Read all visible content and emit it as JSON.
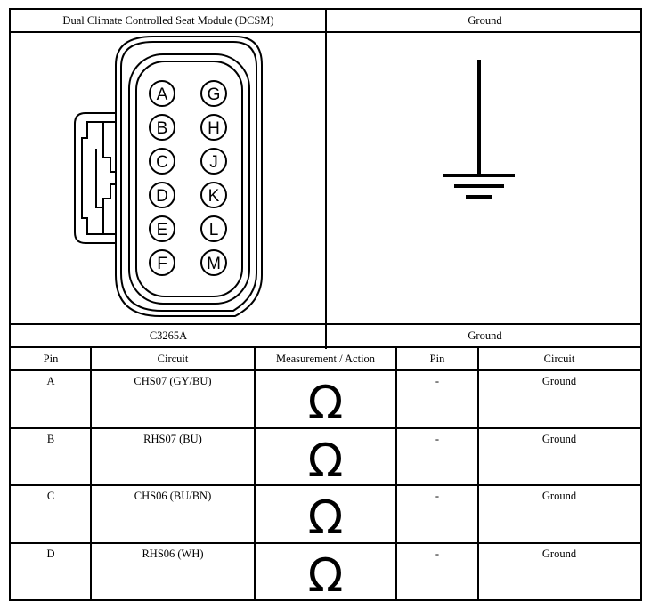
{
  "top_table": {
    "left_header": "Dual Climate Controlled Seat Module (DCSM)",
    "right_header": "Ground",
    "left_footer": "C3265A",
    "right_footer": "Ground"
  },
  "connector": {
    "pins_left": [
      "A",
      "B",
      "C",
      "D",
      "E",
      "F"
    ],
    "pins_right": [
      "G",
      "H",
      "J",
      "K",
      "L",
      "M"
    ]
  },
  "ground_symbol": {
    "icon": "ground-icon"
  },
  "pin_table": {
    "headers": [
      "Pin",
      "Circuit",
      "Measurement / Action",
      "Pin",
      "Circuit"
    ],
    "rows": [
      {
        "pin": "A",
        "circuit": "CHS07 (GY/BU)",
        "measurement": "Ω",
        "pin2": "-",
        "circuit2": "Ground"
      },
      {
        "pin": "B",
        "circuit": "RHS07 (BU)",
        "measurement": "Ω",
        "pin2": "-",
        "circuit2": "Ground"
      },
      {
        "pin": "C",
        "circuit": "CHS06 (BU/BN)",
        "measurement": "Ω",
        "pin2": "-",
        "circuit2": "Ground"
      },
      {
        "pin": "D",
        "circuit": "RHS06 (WH)",
        "measurement": "Ω",
        "pin2": "-",
        "circuit2": "Ground"
      }
    ]
  }
}
